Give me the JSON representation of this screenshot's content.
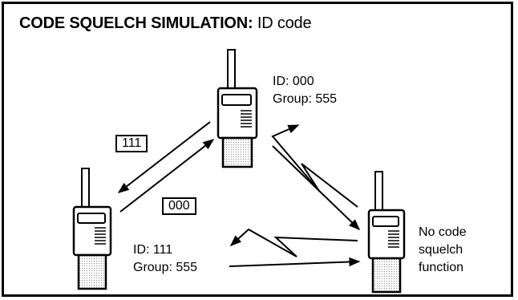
{
  "title": {
    "bold": "CODE SQUELCH SIMULATION:",
    "normal": "ID code"
  },
  "radios": {
    "top": {
      "id": "ID: 000",
      "group": "Group: 555"
    },
    "left": {
      "id": "ID: 111",
      "group": "Group: 555"
    },
    "right": {
      "line1": "No code",
      "line2": "squelch",
      "line3": "function"
    }
  },
  "codes": {
    "upper": "111",
    "lower": "000"
  },
  "icons": [
    "radio-icon",
    "arrow",
    "zigzag-signal"
  ]
}
